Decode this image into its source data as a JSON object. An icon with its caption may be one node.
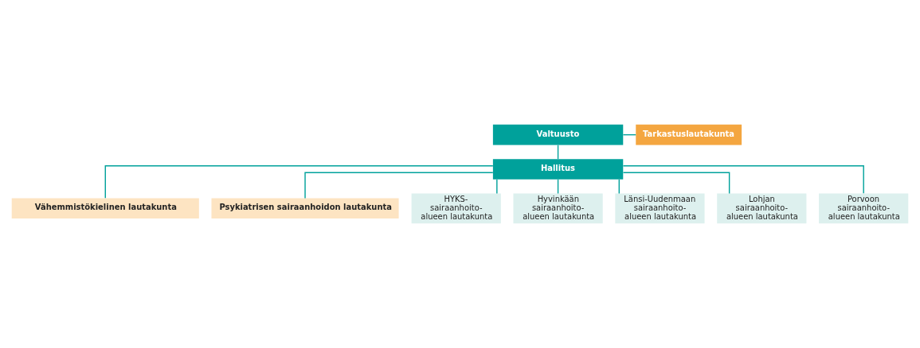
{
  "diagram": {
    "nodes": [
      {
        "text": [
          "Valtuusto"
        ]
      },
      {
        "text": [
          "Tarkastuslautakunta"
        ]
      },
      {
        "text": [
          "Hallitus"
        ]
      },
      {
        "text": [
          "Vähemmistökielinen lautakunta"
        ]
      },
      {
        "text": [
          "Psykiatrisen sairaanhoidon lautakunta"
        ]
      },
      {
        "text": [
          "HYKS- sairaanhoito- alueen lautakunta"
        ]
      },
      {
        "text": [
          "Hyvinkään sairaanhoito- alueen lautakunta"
        ]
      },
      {
        "text": [
          "Länsi-Uudenmaan sairaanhoito- alueen lautakunta"
        ]
      },
      {
        "text": [
          "Lohjan sairaanhoito- alueen lautakunta"
        ]
      },
      {
        "text": [
          "Porvoon sairaanhoito- alueen lautakunta"
        ]
      }
    ],
    "edges": [
      {
        "from": 0,
        "to": 2,
        "arrow": "none"
      },
      {
        "from": 0,
        "to": 1,
        "arrow": "none"
      },
      {
        "from": 2,
        "to": 3,
        "arrow": "none"
      },
      {
        "from": 2,
        "to": 4,
        "arrow": "none"
      },
      {
        "from": 2,
        "to": 5,
        "arrow": "none"
      },
      {
        "from": 2,
        "to": 6,
        "arrow": "none"
      },
      {
        "from": 2,
        "to": 7,
        "arrow": "none"
      },
      {
        "from": 2,
        "to": 8,
        "arrow": "none"
      },
      {
        "from": 2,
        "to": 9,
        "arrow": "none"
      }
    ]
  }
}
